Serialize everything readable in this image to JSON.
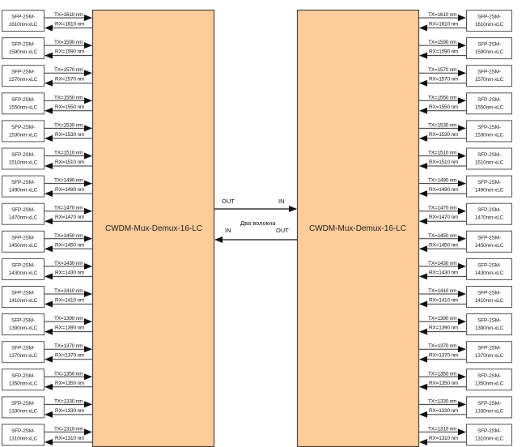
{
  "colors": {
    "mux_fill": "#ffcc99",
    "mux_stroke": "#444444",
    "box_stroke": "#555555",
    "line": "#333333"
  },
  "left_mux": {
    "label": "CWDM-Mux-Demux-16-LC"
  },
  "right_mux": {
    "label": "CWDM-Mux-Demux-16-LC"
  },
  "link": {
    "top_from_label": "OUT",
    "top_to_label": "IN",
    "bottom_from_label": "OUT",
    "bottom_to_label": "IN",
    "caption": "Два волокна"
  },
  "channels": [
    {
      "tx": "TX=1610 nm",
      "rx": "RX=1610 nm",
      "left_sfp": [
        "SFP-2SM-",
        "1610nm-xLC"
      ],
      "right_sfp": [
        "SFP-2SM-",
        "1610nm-xLC"
      ]
    },
    {
      "tx": "TX=1590 nm",
      "rx": "RX=1590 nm",
      "left_sfp": [
        "SFP-2SM-",
        "1590nm-xLC"
      ],
      "right_sfp": [
        "SFP-2SM-",
        "1590nm-xLC"
      ]
    },
    {
      "tx": "TX=1570 nm",
      "rx": "RX=1570 nm",
      "left_sfp": [
        "SFP-2SM-",
        "1570nm-xLC"
      ],
      "right_sfp": [
        "SFP-2SM-",
        "1570nm-xLC"
      ]
    },
    {
      "tx": "TX=1550 nm",
      "rx": "RX=1550 nm",
      "left_sfp": [
        "SFP-2SM-",
        "1550nm-xLC"
      ],
      "right_sfp": [
        "SFP-2SM-",
        "1550nm-xLC"
      ]
    },
    {
      "tx": "TX=1530 nm",
      "rx": "RX=1530 nm",
      "left_sfp": [
        "SFP-2SM-",
        "1530nm-xLC"
      ],
      "right_sfp": [
        "SFP-2SM-",
        "1530nm-xLC"
      ]
    },
    {
      "tx": "TX=1510 nm",
      "rx": "RX=1510 nm",
      "left_sfp": [
        "SFP-2SM-",
        "1510nm-xLC"
      ],
      "right_sfp": [
        "SFP-2SM-",
        "1510nm-xLC"
      ]
    },
    {
      "tx": "TX=1490 nm",
      "rx": "RX=1490 nm",
      "left_sfp": [
        "SFP-2SM-",
        "1490nm-xLC"
      ],
      "right_sfp": [
        "SFP-2SM-",
        "1490nm-xLC"
      ]
    },
    {
      "tx": "TX=1470 nm",
      "rx": "RX=1470 nm",
      "left_sfp": [
        "SFP-2SM-",
        "1470nm-xLC"
      ],
      "right_sfp": [
        "SFP-2SM-",
        "1470nm-xLC"
      ]
    },
    {
      "tx": "TX=1450 nm",
      "rx": "RX=1450 nm",
      "left_sfp": [
        "SFP-2SM-",
        "1450nm-xLC"
      ],
      "right_sfp": [
        "SFP-2SM-",
        "1450nm-xLC"
      ]
    },
    {
      "tx": "TX=1430 nm",
      "rx": "RX=1430 nm",
      "left_sfp": [
        "SFP-2SM-",
        "1430nm-xLC"
      ],
      "right_sfp": [
        "SFP-2SM-",
        "1430nm-xLC"
      ]
    },
    {
      "tx": "TX=1410 nm",
      "rx": "RX=1410 nm",
      "left_sfp": [
        "SFP-2SM-",
        "1410nm-xLC"
      ],
      "right_sfp": [
        "SFP-2SM-",
        "1410nm-xLC"
      ]
    },
    {
      "tx": "TX=1390 nm",
      "rx": "RX=1390 nm",
      "left_sfp": [
        "SFP-2SM-",
        "1390nm-xLC"
      ],
      "right_sfp": [
        "SFP-2SM-",
        "1390nm-xLC"
      ]
    },
    {
      "tx": "TX=1370 nm",
      "rx": "RX=1370 nm",
      "left_sfp": [
        "SFP-2SM-",
        "1370nm-xLC"
      ],
      "right_sfp": [
        "SFP-2SM-",
        "1370nm-xLC"
      ]
    },
    {
      "tx": "TX=1350 nm",
      "rx": "RX=1350 nm",
      "left_sfp": [
        "SFP-2SM-",
        "1350nm-xLC"
      ],
      "right_sfp": [
        "SFP-2SM-",
        "1350nm-xLC"
      ]
    },
    {
      "tx": "TX=1330 nm",
      "rx": "RX=1330 nm",
      "left_sfp": [
        "SFP-2SM-",
        "1330nm-xLC"
      ],
      "right_sfp": [
        "SFP-2SM-",
        "1330nm-xLC"
      ]
    },
    {
      "tx": "TX=1310 nm",
      "rx": "RX=1310 nm",
      "left_sfp": [
        "SFP-2SM-",
        "1310nm-xLC"
      ],
      "right_sfp": [
        "SFP-2SM-",
        "1310nm-xLC"
      ]
    }
  ]
}
